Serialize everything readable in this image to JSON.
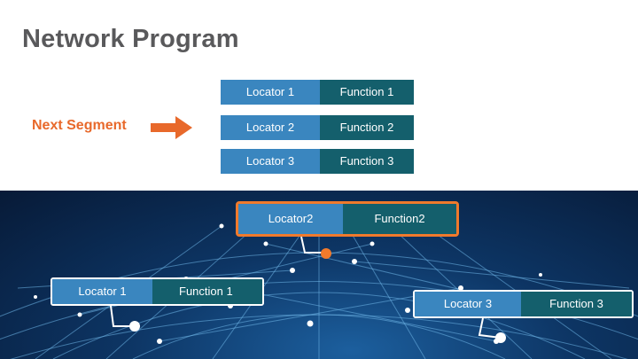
{
  "title": "Network Program",
  "next_segment_label": "Next Segment",
  "colors": {
    "title": "#59595b",
    "accent": "#e8692b",
    "locator": "#3a86bf",
    "function": "#145f6c"
  },
  "program_rows": [
    {
      "locator": "Locator 1",
      "function": "Function 1"
    },
    {
      "locator": "Locator 2",
      "function": "Function 2"
    },
    {
      "locator": "Locator 3",
      "function": "Function 3"
    }
  ],
  "network_nodes": {
    "middle": {
      "locator": "Locator2",
      "function": "Function2"
    },
    "left": {
      "locator": "Locator 1",
      "function": "Function 1"
    },
    "right": {
      "locator": "Locator 3",
      "function": "Function 3"
    }
  }
}
